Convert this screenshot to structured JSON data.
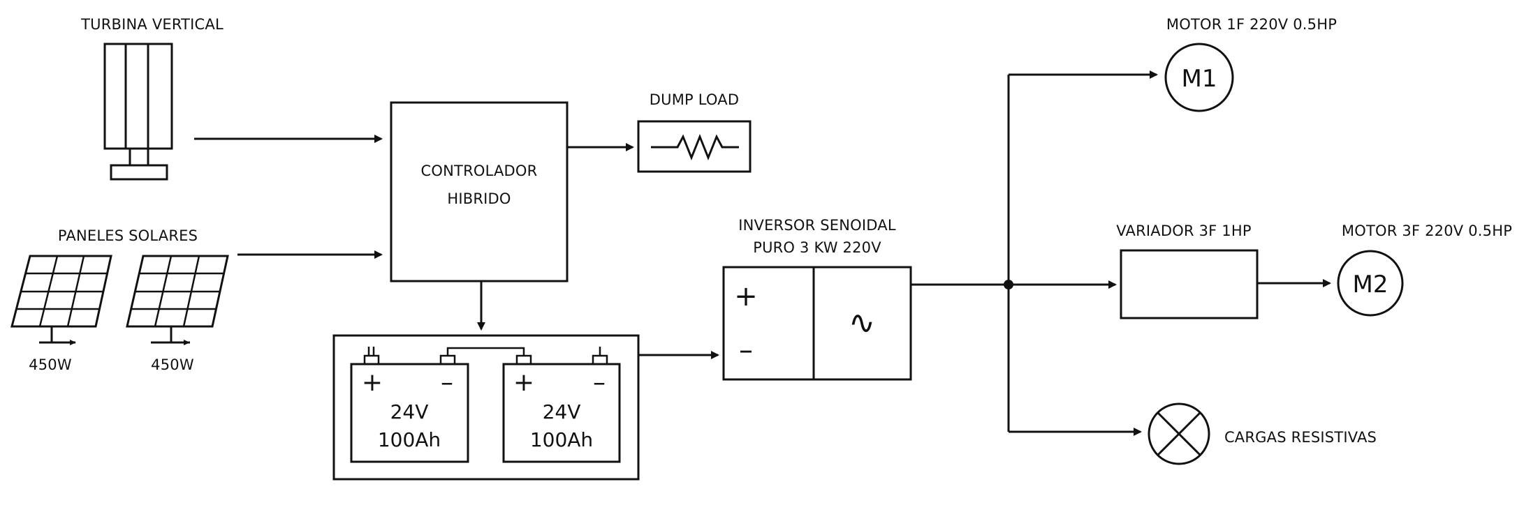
{
  "labels": {
    "turbine": "TURBINA VERTICAL",
    "solar": "PANELES SOLARES",
    "panel1_power": "450W",
    "panel2_power": "450W",
    "controller_line1": "CONTROLADOR",
    "controller_line2": "HIBRIDO",
    "dump_load": "DUMP LOAD",
    "inverter_line1": "INVERSOR SENOIDAL",
    "inverter_line2": "PURO 3 KW 220V",
    "inverter_plus": "+",
    "inverter_minus": "–",
    "inverter_ac": "∿",
    "battery1_plus": "+",
    "battery1_minus": "–",
    "battery1_voltage": "24V",
    "battery1_capacity": "100Ah",
    "battery2_plus": "+",
    "battery2_minus": "–",
    "battery2_voltage": "24V",
    "battery2_capacity": "100Ah",
    "motor1_title": "MOTOR 1F 220V 0.5HP",
    "motor1_symbol": "M1",
    "variator": "VARIADOR 3F 1HP",
    "motor2_title": "MOTOR 3F 220V 0.5HP",
    "motor2_symbol": "M2",
    "resistive_loads": "CARGAS RESISTIVAS"
  }
}
